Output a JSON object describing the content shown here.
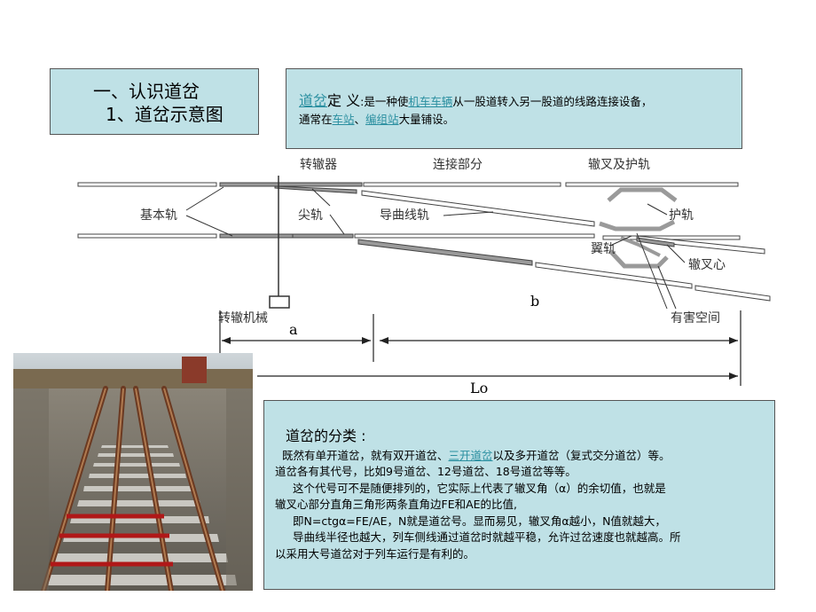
{
  "title": {
    "line1": "一、认识道岔",
    "line2": "1、道岔示意图"
  },
  "definition": {
    "term": "道岔",
    "term_suffix": "定 义",
    "colon_text": ":是一种使",
    "link1": "机车车辆",
    "text2": "从一股道转入另一股道的线路连接设备，",
    "text3": "通常在",
    "link2": "车站",
    "sep": "、",
    "link3": "编组站",
    "text4": "大量铺设。"
  },
  "diagram": {
    "section_labels": [
      "转辙器",
      "连接部分",
      "辙叉及护轨"
    ],
    "labels": {
      "basic_rail": "基本轨",
      "switch_rail": "尖轨",
      "lead_curve_rail": "导曲线轨",
      "guard_rail": "护轨",
      "wing_rail": "翼轨",
      "frog": "辙叉心",
      "switch_machine": "转辙机械",
      "harmful_space": "有害空间",
      "dim_a": "a",
      "dim_b": "b",
      "dim_lo": "Lo"
    }
  },
  "classification": {
    "heading": "道岔的分类 :",
    "l1_a": "既然有单开道岔，就有双开道岔、",
    "l1_link": "三开道岔",
    "l1_b": "以及多开道岔（复式交分道岔）等。",
    "l2": "道岔各有其代号，比如9号道岔、12号道岔、18号道岔等等。",
    "l3": "这个代号可不是随便排列的，它实际上代表了辙叉角（α）的余切值，也就是",
    "l4": "辙叉心部分直角三角形两条直角边FE和AE的比值,",
    "l5": "即N=ctgα=FE/AE，N就是道岔号。显而易见，辙叉角α越小，N值就越大，",
    "l6": "导曲线半径也越大，列车侧线通过道岔时就越平稳，允许过岔速度也就越高。所",
    "l7": "以采用大号道岔对于列车运行是有利的。"
  },
  "colors": {
    "box_fill": "#bfe1e6",
    "link": "#2a8fa0",
    "rail_gray": "#9a9a9a"
  }
}
